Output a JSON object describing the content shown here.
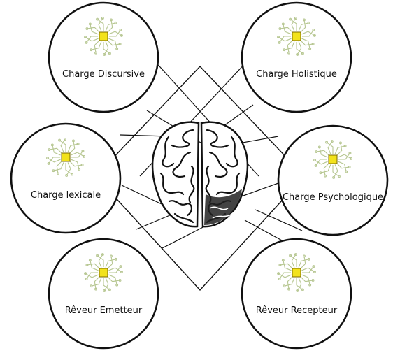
{
  "nodes": [
    {
      "id": "discursive",
      "label": "Charge Discursive"
    },
    {
      "id": "holistic",
      "label": "Charge Holistique"
    },
    {
      "id": "lexical",
      "label": "Charge lexicale"
    },
    {
      "id": "psychological",
      "label": "Charge Psychologique"
    },
    {
      "id": "emitter",
      "label": "Rêveur Emetteur"
    },
    {
      "id": "receiver",
      "label": "Rêveur Recepteur"
    }
  ],
  "center": {
    "icon": "brain-icon"
  },
  "node_icon": "microchip-icon",
  "colors": {
    "stroke": "#111111",
    "chip_fill": "#f2e21b",
    "chip_border": "#7a6a00",
    "circuit": "#b7c792"
  }
}
